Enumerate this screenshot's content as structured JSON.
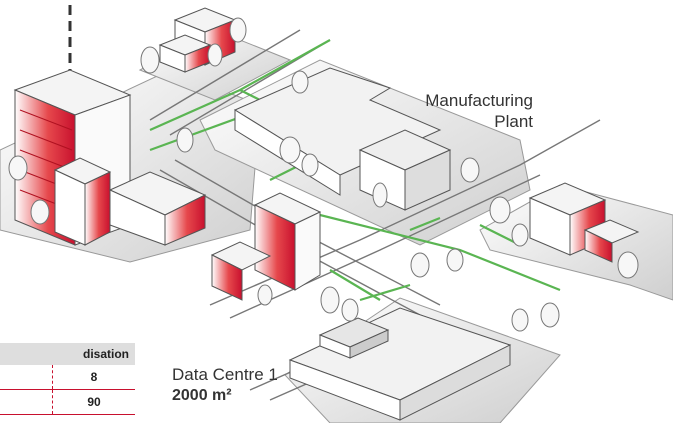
{
  "labels": {
    "manufacturing_line1": "Manufacturing",
    "manufacturing_line2": "Plant",
    "datacentre_title": "Data Centre 1",
    "datacentre_area": "2000 m²"
  },
  "table": {
    "header": "disation",
    "rows": [
      {
        "value": "8"
      },
      {
        "value": "90"
      }
    ]
  },
  "colors": {
    "building_red": "#d7262c",
    "network_green": "#5ab552",
    "ground_gray": "#e9e9e9",
    "accent_line": "#c8102e"
  }
}
